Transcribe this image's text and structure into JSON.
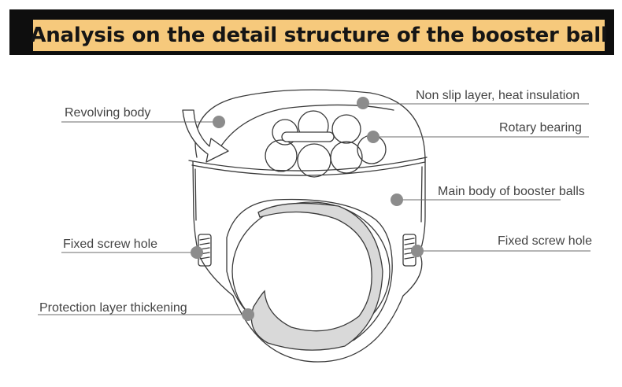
{
  "title": "Analysis on the detail structure of the booster ball",
  "colors": {
    "banner": "#0e0e0e",
    "title_highlight": "#f6c97c",
    "title_text": "#151515",
    "outline": "#3a3a3a",
    "label_text": "#444444",
    "leader_line": "#6b6b6b",
    "marker_dot": "#8c8c8c",
    "protection_fill": "#d9d9d9"
  },
  "labels": {
    "revolving_body": "Revolving body",
    "non_slip_layer": "Non slip layer, heat insulation",
    "rotary_bearing": "Rotary bearing",
    "main_body": "Main body of booster balls",
    "fixed_screw_hole_left": "Fixed screw hole",
    "fixed_screw_hole_right": "Fixed screw hole",
    "protection_layer": "Protection layer thickening"
  }
}
